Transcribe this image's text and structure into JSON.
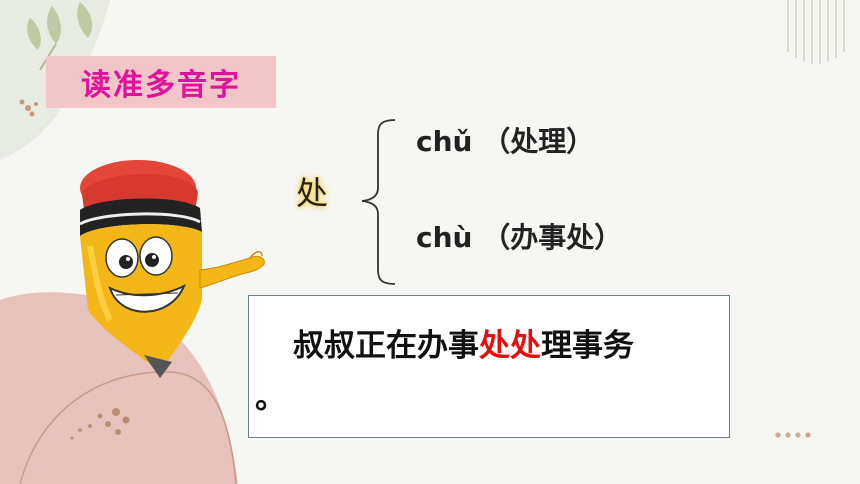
{
  "title": "读准多音字",
  "character": "处",
  "readings": [
    {
      "pinyin": "chǔ",
      "example": "（处理）"
    },
    {
      "pinyin": "chù",
      "example": "（办事处）"
    }
  ],
  "sentence": {
    "prefix": "叔叔正在办事",
    "highlight": "处处",
    "suffix": "理事务",
    "end": "。"
  },
  "colors": {
    "title_text": "#e0119a",
    "title_bg": "#f2c5c8",
    "highlight": "#e80d0d"
  }
}
